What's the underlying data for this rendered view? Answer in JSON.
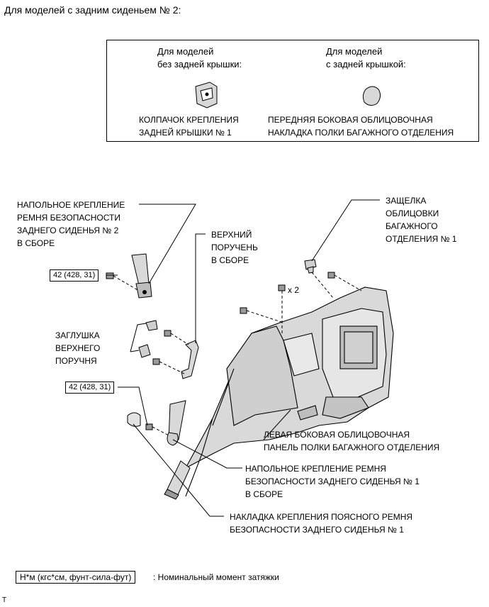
{
  "title": "Для моделей с задним сиденьем № 2:",
  "variant_box": {
    "left_heading": [
      "Для моделей",
      "без задней крышки:"
    ],
    "right_heading": [
      "Для моделей",
      "с задней крышкой:"
    ],
    "left_part": [
      "КОЛПАЧОК КРЕПЛЕНИЯ",
      "ЗАДНЕЙ КРЫШКИ № 1"
    ],
    "right_part": [
      "ПЕРЕДНЯЯ БОКОВАЯ ОБЛИЦОВОЧНАЯ",
      "НАКЛАДКА ПОЛКИ БАГАЖНОГО ОТДЕЛЕНИЯ"
    ]
  },
  "callouts": {
    "seatbelt_anchor_2": [
      "НАПОЛЬНОЕ КРЕПЛЕНИЕ",
      "РЕМНЯ БЕЗОПАСНОСТИ",
      "ЗАДНЕГО СИДЕНЬЯ № 2",
      "В СБОРЕ"
    ],
    "upper_handle": [
      "ВЕРХНИЙ",
      "ПОРУЧЕНЬ",
      "В СБОРЕ"
    ],
    "trim_clip": [
      "ЗАЩЕЛКА",
      "ОБЛИЦОВКИ",
      "БАГАЖНОГО",
      "ОТДЕЛЕНИЯ № 1"
    ],
    "handle_plug": [
      "ЗАГЛУШКА",
      "ВЕРХНЕГО",
      "ПОРУЧНЯ"
    ],
    "side_panel": [
      "ЛЕВАЯ БОКОВАЯ ОБЛИЦОВОЧНАЯ",
      "ПАНЕЛЬ ПОЛКИ БАГАЖНОГО ОТДЕЛЕНИЯ"
    ],
    "seatbelt_anchor_1": [
      "НАПОЛЬНОЕ КРЕПЛЕНИЕ РЕМНЯ",
      "БЕЗОПАСНОСТИ ЗАДНЕГО СИДЕНЬЯ № 1",
      "В СБОРЕ"
    ],
    "lap_belt_cover": [
      "НАКЛАДКА КРЕПЛЕНИЯ ПОЯСНОГО РЕМНЯ",
      "БЕЗОПАСНОСТИ ЗАДНЕГО СИДЕНЬЯ № 1"
    ]
  },
  "torque_values": [
    "42 (428, 31)",
    "42 (428, 31)"
  ],
  "quantity_label": "x 2",
  "legend": {
    "unit_label": "Н*м (кгс*см, фунт-сила-фут)",
    "description": ": Номинальный момент затяжки"
  },
  "corner_mark": "T"
}
